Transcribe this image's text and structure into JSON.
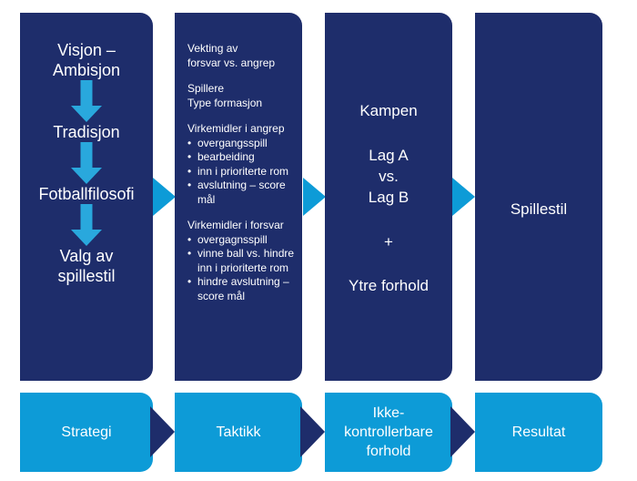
{
  "diagram": {
    "colors": {
      "dark_navy": "#1e2d6b",
      "light_blue": "#0d9bd7",
      "arrow_blue": "#29a8dd",
      "text": "#ffffff",
      "background": "#ffffff"
    },
    "top_row": [
      {
        "id": "strategy-panel",
        "type": "chain",
        "steps": [
          "Visjon –\nAmbisjon",
          "Tradisjon",
          "Fotballfilosofi",
          "Valg av\nspillestil"
        ]
      },
      {
        "id": "tactics-panel",
        "type": "text",
        "blocks": [
          {
            "kind": "paragraph",
            "text": "Vekting av\nforsvar vs. angrep"
          },
          {
            "kind": "paragraph",
            "text": "Spillere\nType formasjon"
          },
          {
            "kind": "heading",
            "text": "Virkemidler i angrep"
          },
          {
            "kind": "list",
            "items": [
              "overgangsspill",
              "bearbeiding",
              "inn i prioriterte rom",
              "avslutning – score mål"
            ]
          },
          {
            "kind": "heading",
            "text": "Virkemidler i forsvar"
          },
          {
            "kind": "list",
            "items": [
              "overgagnsspill",
              "vinne ball vs. hindre inn i prioriterte rom",
              "hindre avslutning – score mål"
            ]
          }
        ]
      },
      {
        "id": "match-panel",
        "type": "stack",
        "lines": [
          "Kampen",
          "Lag A\nvs.\nLag B",
          "+",
          "Ytre forhold"
        ]
      },
      {
        "id": "playstyle-panel",
        "type": "single",
        "label": "Spillestil"
      }
    ],
    "bottom_row": [
      {
        "id": "bottom-strategi",
        "label": "Strategi"
      },
      {
        "id": "bottom-taktikk",
        "label": "Taktikk"
      },
      {
        "id": "bottom-ikke-kontrollerbare",
        "label": "Ikke-\nkontrollerbare\nforhold"
      },
      {
        "id": "bottom-resultat",
        "label": "Resultat"
      }
    ],
    "top_connectors": [
      "chevron-right",
      "chevron-right",
      "chevron-right"
    ],
    "bottom_connectors": [
      "chevron-right",
      "chevron-right",
      "chevron-right"
    ]
  }
}
